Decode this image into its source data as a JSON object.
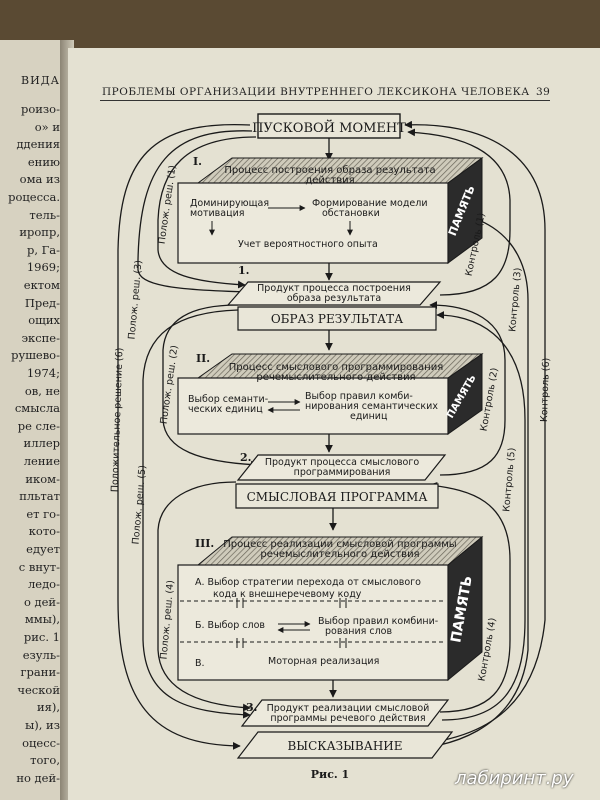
{
  "left_page": {
    "header": "ВИДА",
    "lines": [
      "роизо-",
      "о» и",
      "ддения",
      "ению",
      "ома из",
      "роцесса.",
      "тель-",
      "иропр,",
      "р, Га-",
      "1969;",
      "ектом",
      "Пред-",
      "ощих",
      "экспе-",
      "рушево-",
      "1974;",
      "ов, не",
      "смысла",
      "ре сле-",
      "иллер",
      "ление",
      "иком-",
      "пльтат",
      "ет го-",
      "кото-",
      "едует",
      "с внут-",
      "ледо-",
      "о дей-",
      "ммы),",
      "рис. 1",
      "езуль-",
      "грани-",
      "ческой",
      "ия),",
      "ы), из",
      "оцесс-",
      "того,",
      "но дей-"
    ]
  },
  "header": {
    "running_title": "ПРОБЛЕМЫ ОРГАНИЗАЦИИ ВНУТРЕННЕГО ЛЕКСИКОНА ЧЕЛОВЕКА",
    "page_number": "39"
  },
  "diagram": {
    "trigger": "ПУСКОВОЙ МОМЕНТ",
    "block1": {
      "num": "I.",
      "title1": "Процесс построения образа результата",
      "title2": "действия",
      "a1": "Доминирующая",
      "a2": "мотивация",
      "b1": "Формирование модели",
      "b2": "обстановки",
      "c": "Учет вероятностного опыта",
      "memory": "ПАМЯТЬ"
    },
    "product1": {
      "num": "1.",
      "l1": "Продукт процесса построения",
      "l2": "образа результата"
    },
    "banner1": "ОБРАЗ РЕЗУЛЬТАТА",
    "block2": {
      "num": "II.",
      "title1": "Процесс смыслового программирования",
      "title2": "речемыслительного действия",
      "a1": "Выбор семанти-",
      "a2": "ческих единиц",
      "b1": "Выбор правил комби-",
      "b2": "нирования семантических",
      "b3": "единиц",
      "memory": "ПАМЯТЬ"
    },
    "product2": {
      "num": "2.",
      "l1": "Продукт процесса смыслового",
      "l2": "программирования"
    },
    "banner2": "СМЫСЛОВАЯ ПРОГРАММА",
    "block3": {
      "num": "III.",
      "title1": "Процесс реализации смысловой программы",
      "title2": "речемыслительного действия",
      "a1": "А.  Выбор стратегии перехода от смыслового",
      "a2": "кода к внешнеречевому коду",
      "b": "Б.  Выбор слов",
      "b_r1": "Выбор правил комбини-",
      "b_r2": "рования слов",
      "c": "В.",
      "c2": "Моторная реализация",
      "memory": "ПАМЯТЬ"
    },
    "product3": {
      "num": "3.",
      "l1": "Продукт реализации смысловой",
      "l2": "программы речевого действия"
    },
    "banner3": "ВЫСКАЗЫВАНИЕ",
    "left_labels": [
      "Полож. реш. (1)",
      "Полож. реш. (2)",
      "Полож. реш. (3)",
      "Полож. реш. (4)",
      "Полож. реш. (5)",
      "Положительное решение (6)"
    ],
    "right_labels": [
      "Контроль (1)",
      "Контроль (2)",
      "Контроль (3)",
      "Контроль (4)",
      "Контроль (5)",
      "Контроль (6)"
    ],
    "caption": "Рис. 1"
  },
  "watermark": "лабиринт.ру"
}
